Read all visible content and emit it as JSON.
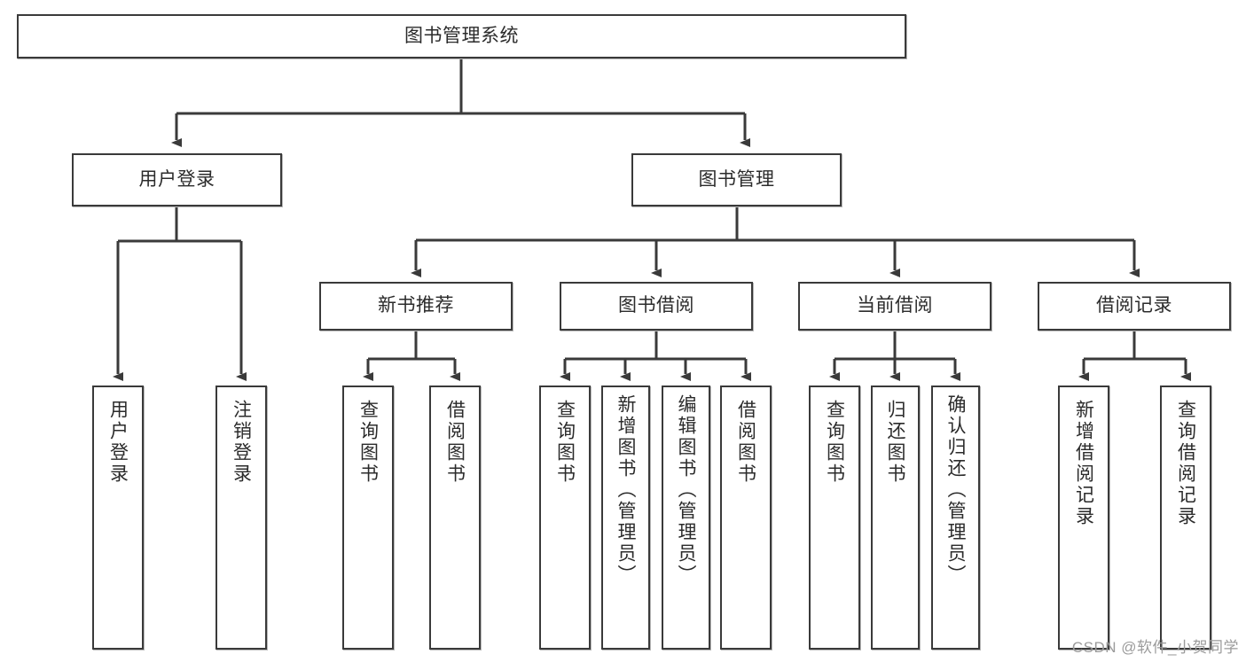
{
  "diagram": {
    "title": "图书管理系统",
    "watermark": "CSDN @软件_小贺同学",
    "colors": {
      "stroke": "#3a3a3a",
      "fill": "#ffffff",
      "text": "#2b2b2b",
      "watermark": "#9b9b9b"
    },
    "nodes": {
      "root": {
        "label": "图书管理系统"
      },
      "level1": [
        {
          "id": "user-login",
          "label": "用户登录"
        },
        {
          "id": "book-manage",
          "label": "图书管理"
        }
      ],
      "level2": [
        {
          "id": "new-book-recommend",
          "label": "新书推荐"
        },
        {
          "id": "book-borrow",
          "label": "图书借阅"
        },
        {
          "id": "current-borrow",
          "label": "当前借阅"
        },
        {
          "id": "borrow-record",
          "label": "借阅记录"
        }
      ],
      "leaves": {
        "user_login": [
          {
            "id": "leaf-user-login",
            "label": "用户登录"
          },
          {
            "id": "leaf-logout-login",
            "label": "注销登录"
          }
        ],
        "new_book_recommend": [
          {
            "id": "leaf-query-book-1",
            "label": "查询图书"
          },
          {
            "id": "leaf-borrow-book-1",
            "label": "借阅图书"
          }
        ],
        "book_borrow": [
          {
            "id": "leaf-query-book-2",
            "label": "查询图书"
          },
          {
            "id": "leaf-add-book",
            "label": "新增图书（管理员）"
          },
          {
            "id": "leaf-edit-book",
            "label": "编辑图书（管理员）"
          },
          {
            "id": "leaf-borrow-book-2",
            "label": "借阅图书"
          }
        ],
        "current_borrow": [
          {
            "id": "leaf-query-book-3",
            "label": "查询图书"
          },
          {
            "id": "leaf-return-book",
            "label": "归还图书"
          },
          {
            "id": "leaf-confirm-return",
            "label": "确认归还（管理员）"
          }
        ],
        "borrow_record": [
          {
            "id": "leaf-add-record",
            "label": "新增借阅记录"
          },
          {
            "id": "leaf-query-record",
            "label": "查询借阅记录"
          }
        ]
      }
    }
  }
}
